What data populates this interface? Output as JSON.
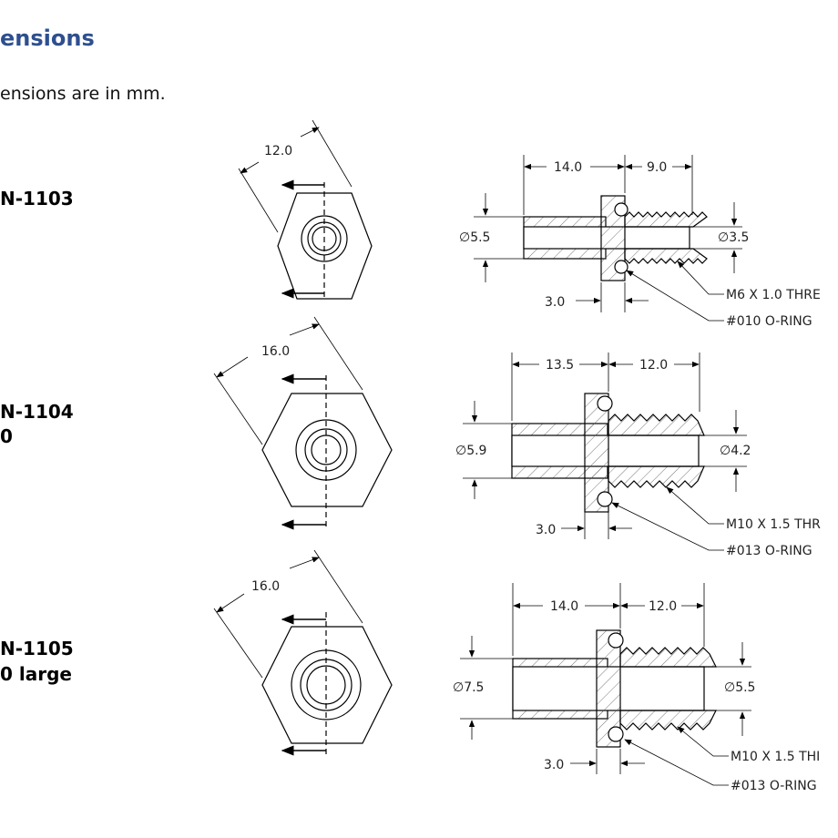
{
  "heading": "ensions",
  "subtitle": "ensions are in mm.",
  "parts": [
    {
      "label": "N-1103",
      "sublabel": "",
      "hex_width": "12.0",
      "len_left": "14.0",
      "len_right": "9.0",
      "dia_left": "∅5.5",
      "dia_right": "∅3.5",
      "flange_gap": "3.0",
      "thread_note": "M6 X 1.0 THRE",
      "oring_note": "#010 O-RING"
    },
    {
      "label": "N-1104",
      "sublabel": "0",
      "hex_width": "16.0",
      "len_left": "13.5",
      "len_right": "12.0",
      "dia_left": "∅5.9",
      "dia_right": "∅4.2",
      "flange_gap": "3.0",
      "thread_note": "M10 X 1.5 THR",
      "oring_note": "#013 O-RING"
    },
    {
      "label": "N-1105",
      "sublabel": "0 large",
      "hex_width": "16.0",
      "len_left": "14.0",
      "len_right": "12.0",
      "dia_left": "∅7.5",
      "dia_right": "∅5.5",
      "flange_gap": "3.0",
      "thread_note": "M10 X 1.5 THI",
      "oring_note": "#013 O-RING"
    }
  ]
}
